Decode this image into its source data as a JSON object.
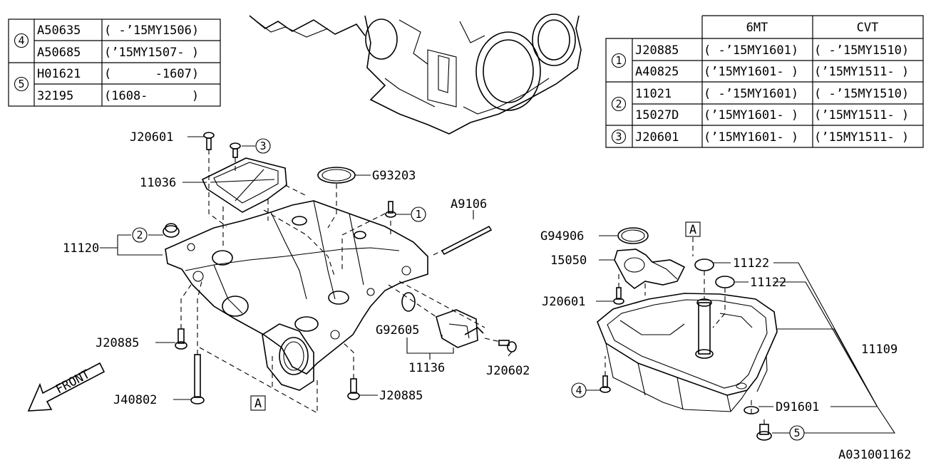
{
  "table_left": {
    "rows": [
      {
        "ref": "4",
        "part": "A50635",
        "range": "( -’15MY1506)"
      },
      {
        "ref": "",
        "part": "A50685",
        "range": "(’15MY1507- )"
      },
      {
        "ref": "5",
        "part": "H01621",
        "range": "(      -1607)"
      },
      {
        "ref": "",
        "part": "32195",
        "range": "(1608-      )"
      }
    ]
  },
  "table_right": {
    "headers": [
      "6MT",
      "CVT"
    ],
    "rows": [
      {
        "ref": "1",
        "part": "J20885",
        "mt": "( -’15MY1601)",
        "cvt": "( -’15MY1510)"
      },
      {
        "ref": "",
        "part": "A40825",
        "mt": "(’15MY1601- )",
        "cvt": "(’15MY1511- )"
      },
      {
        "ref": "2",
        "part": "11021",
        "mt": "( -’15MY1601)",
        "cvt": "( -’15MY1510)"
      },
      {
        "ref": "",
        "part": "15027D",
        "mt": "(’15MY1601- )",
        "cvt": "(’15MY1511- )"
      },
      {
        "ref": "3",
        "part": "J20601",
        "mt": "(’15MY1601- )",
        "cvt": "(’15MY1511- )"
      }
    ]
  },
  "labels": {
    "j20601_top": "J20601",
    "ref3": "3",
    "p11036": "11036",
    "g93203": "G93203",
    "ref1": "1",
    "a9106": "A9106",
    "p11120": "11120",
    "ref2": "2",
    "j20885_left": "J20885",
    "j40802": "J40802",
    "front": "FRONT",
    "boxA_left": "A",
    "g92605": "G92605",
    "p11136": "11136",
    "j20602": "J20602",
    "j20885_bottom": "J20885",
    "g94906": "G94906",
    "boxA_right": "A",
    "p15050": "15050",
    "p11122_a": "11122",
    "p11122_b": "11122",
    "j20601_right": "J20601",
    "p11109": "11109",
    "ref4": "4",
    "d91601": "D91601",
    "ref5": "5",
    "diagram_code": "A031001162"
  }
}
